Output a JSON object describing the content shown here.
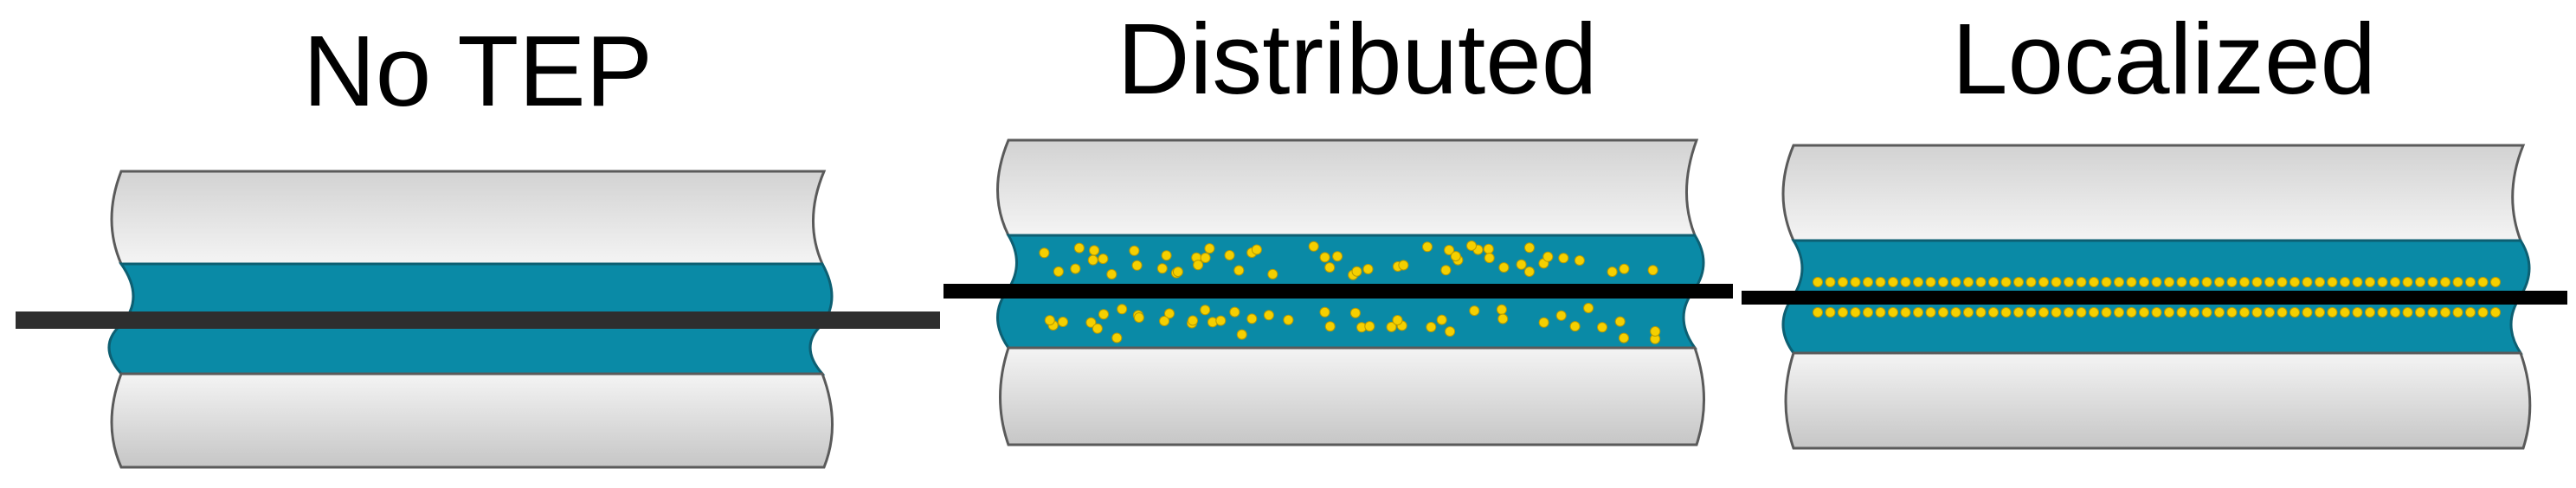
{
  "panels": [
    {
      "title": "No TEP",
      "particles": "none"
    },
    {
      "title": "Distributed",
      "particles": "distributed"
    },
    {
      "title": "Localized",
      "particles": "localized"
    }
  ],
  "colors": {
    "substrate_light": "#f2f2f2",
    "substrate_dark": "#c4c4c4",
    "substrate_edge": "#5a5a5a",
    "layer": "#0a8aa6",
    "layer_edge": "#0d5f72",
    "line": "#000000",
    "line_no_tep": "#2e2e2e",
    "particle": "#f5d000",
    "particle_edge": "#b89a00"
  }
}
